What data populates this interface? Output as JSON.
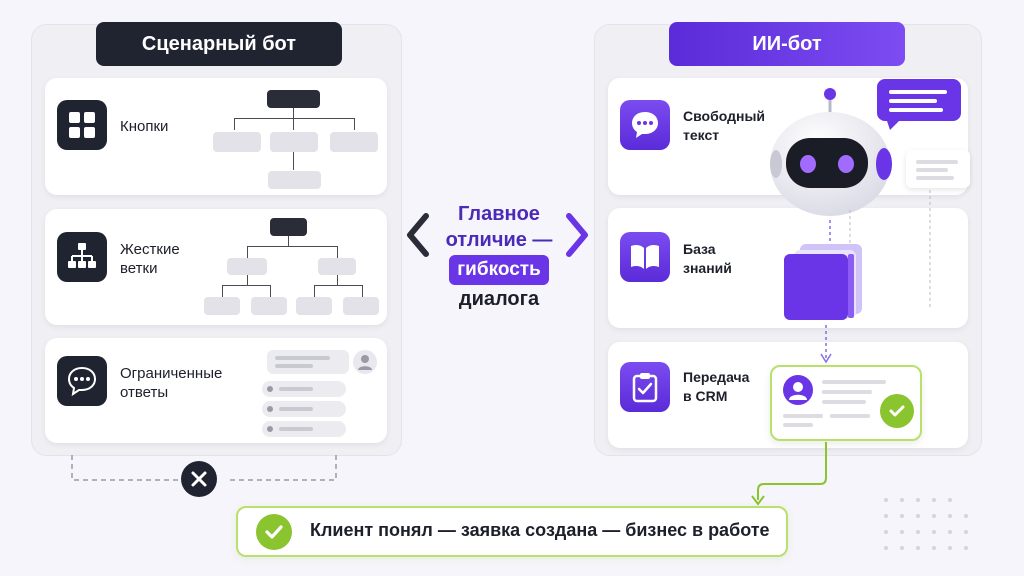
{
  "left": {
    "title": "Сценарный бот",
    "cards": [
      {
        "label": "Кнопки",
        "icon": "grid-icon"
      },
      {
        "label": "Жесткие\nветки",
        "icon": "tree-icon"
      },
      {
        "label": "Ограниченные\nответы",
        "icon": "chat-bubble-icon"
      }
    ]
  },
  "right": {
    "title": "ИИ-бот",
    "cards": [
      {
        "label": "Свободный\nтекст",
        "icon": "message-icon"
      },
      {
        "label": "База\nзнаний",
        "icon": "book-icon"
      },
      {
        "label": "Передача\nв CRM",
        "icon": "clipboard-icon"
      }
    ]
  },
  "center": {
    "line1": "Главное",
    "line2": "отличие —",
    "highlight": "гибкость",
    "line3": "диалога"
  },
  "bottom": {
    "text": "Клиент понял — заявка создана — бизнес в работе"
  },
  "colors": {
    "dark": "#1f2430",
    "purple": "#6a35e6",
    "green": "#8ac42f"
  }
}
